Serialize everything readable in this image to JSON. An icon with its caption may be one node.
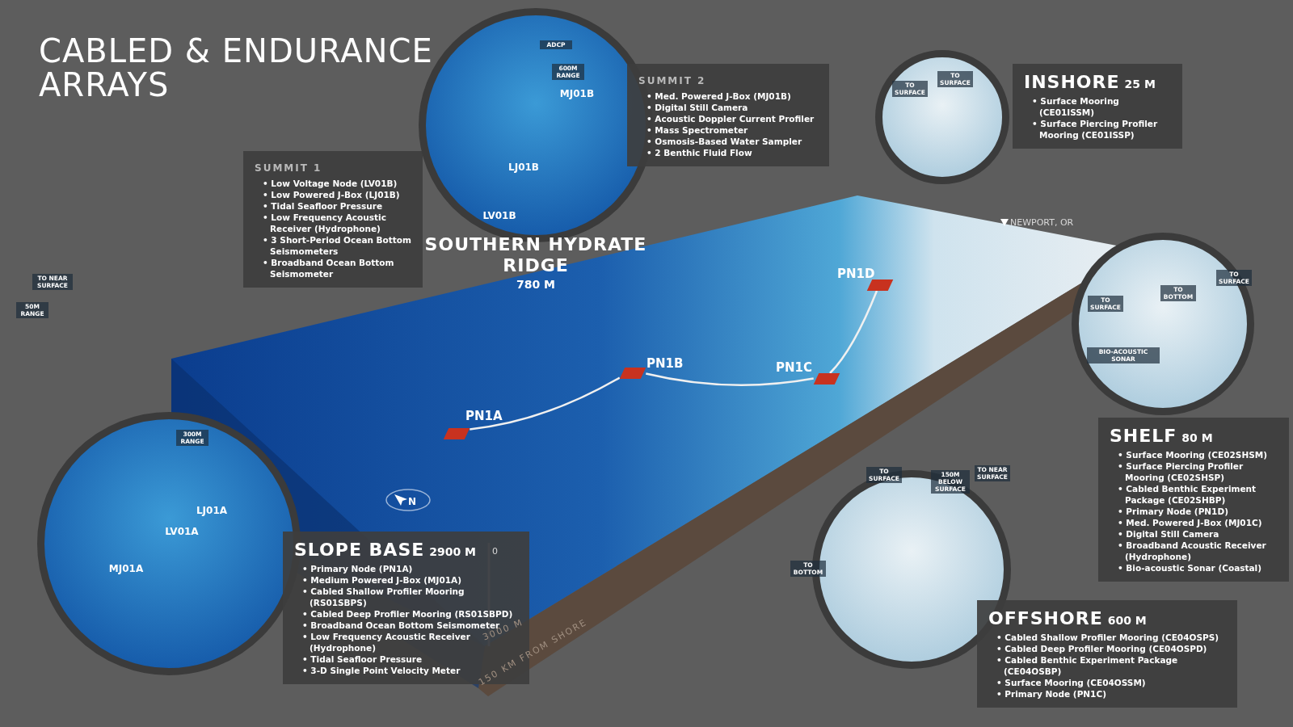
{
  "diagram": {
    "title": "CABLED & ENDURANCE ARRAYS",
    "nodes": [
      {
        "text": [
          "SUMMIT 1",
          "• Low Voltage Node (LV01B)",
          "• Low Powered J-Box (LJ01B)",
          "• Tidal Seafloor Pressure",
          "• Low Frequency Acoustic Receiver (Hydrophone)",
          "• 3 Short-Period Ocean Bottom Seismometers",
          "• Broadband Ocean Bottom Seismometer"
        ]
      },
      {
        "text": [
          "SOUTHERN HYDRATE RIDGE",
          "780 M"
        ]
      },
      {
        "text": [
          "SUMMIT 2",
          "• Med. Powered J-Box (MJ01B)",
          "• Digital Still Camera",
          "• Acoustic Doppler Current Profiler",
          "• Mass Spectrometer",
          "• Osmosis-Based Water Sampler",
          "• 2 Benthic Fluid Flow"
        ]
      },
      {
        "text": [],
        "shape": "circle"
      },
      {
        "text": [
          "INSHORE",
          "25 M",
          "• Surface Mooring (CE01ISSM)",
          "• Surface Piercing Profiler Mooring (CE01ISSP)"
        ]
      },
      {
        "text": [],
        "shape": "circle"
      },
      {
        "text": [
          "SHELF",
          "80 M",
          "• Surface Mooring (CE02SHSM)",
          "• Surface Piercing Profiler Mooring (CE02SHSP)",
          "• Cabled Benthic Experiment Package (CE02SHBP)",
          "• Primary Node (PN1D)",
          "• Med. Powered J-Box (MJ01C)",
          "• Digital Still Camera",
          "• Broadband Acoustic Receiver (Hydrophone)",
          "• Bio-acoustic Sonar (Coastal)"
        ]
      },
      {
        "text": [],
        "shape": "circle"
      },
      {
        "text": [
          "PN1A"
        ]
      },
      {
        "text": [
          "PN1B"
        ]
      },
      {
        "text": [
          "PN1C"
        ]
      },
      {
        "text": [
          "PN1D"
        ]
      },
      {
        "text": [
          "SLOPE BASE",
          "2900 M",
          "• Primary Node (PN1A)",
          "• Medium Powered J-Box (MJ01A)",
          "• Cabled Shallow Profiler Mooring (RS01SBPS)",
          "• Cabled Deep Profiler Mooring (RS01SBPD)",
          "• Broadband Ocean Bottom Seismometer",
          "• Low Frequency Acoustic Receiver (Hydrophone)",
          "• Tidal Seafloor Pressure",
          "• 3-D Single Point Velocity Meter"
        ]
      },
      {
        "text": [],
        "shape": "circle"
      },
      {
        "text": [
          "OFFSHORE",
          "600 M",
          "• Cabled Shallow Profiler Mooring (CE04OSPS)",
          "• Cabled Deep Profiler Mooring (CE04OSPD)",
          "• Cabled Benthic Experiment Package (CE04OSBP)",
          "• Surface Mooring (CE04OSSM)",
          "• Primary Node (PN1C)"
        ]
      }
    ],
    "edges": [
      {
        "from": 8,
        "to": 9,
        "arrow": "none"
      },
      {
        "from": 9,
        "to": 10,
        "arrow": "none"
      },
      {
        "from": 10,
        "to": 11,
        "arrow": "none"
      }
    ],
    "labels": [
      "ADCP",
      "600M RANGE",
      "MJ01B",
      "LJ01B",
      "LV01B",
      "TO SURFACE",
      "TO SURFACE",
      "NEWPORT, OR",
      "TO NEAR SURFACE",
      "50M RANGE",
      "TO SURFACE",
      "TO BOTTOM",
      "TO SURFACE",
      "BIO-ACOUSTIC SONAR",
      "300M RANGE",
      "LJ01A",
      "LV01A",
      "N",
      "MJ01A",
      "TO SURFACE",
      "150M BELOW SURFACE",
      "TO NEAR SURFACE",
      "0",
      "TO BOTTOM",
      "3000 M",
      "150 KM FROM SHORE"
    ]
  }
}
